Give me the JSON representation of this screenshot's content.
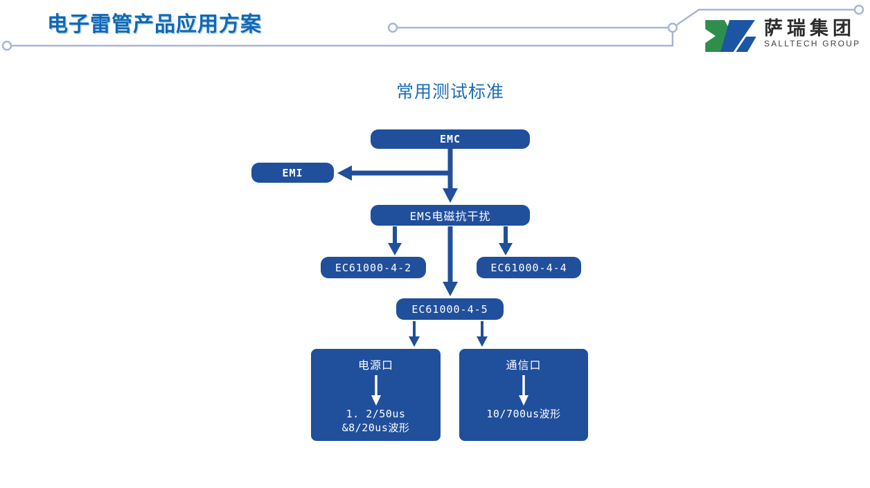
{
  "header": {
    "title": "电子雷管产品应用方案"
  },
  "logo": {
    "name_cn": "萨瑞集团",
    "name_en": "SALLTECH GROUP"
  },
  "diagram": {
    "title": "常用测试标准",
    "nodes": {
      "emc": {
        "label": "EMC"
      },
      "emi": {
        "label": "EMI"
      },
      "ems": {
        "label": "EMS电磁抗干扰"
      },
      "ec42": {
        "label": "EC61000-4-2"
      },
      "ec44": {
        "label": "EC61000-4-4"
      },
      "ec45": {
        "label": "EC61000-4-5"
      },
      "power_port": {
        "title": "电源口",
        "lines": [
          "1. 2/50us",
          "&8/20us波形"
        ]
      },
      "comm_port": {
        "title": "通信口",
        "lines": [
          "10/700us波形"
        ]
      }
    },
    "edges": [
      {
        "from": "EMC",
        "to": "EMI"
      },
      {
        "from": "EMC",
        "to": "EMS电磁抗干扰"
      },
      {
        "from": "EMS电磁抗干扰",
        "to": "EC61000-4-2"
      },
      {
        "from": "EMS电磁抗干扰",
        "to": "EC61000-4-4"
      },
      {
        "from": "EMS电磁抗干扰",
        "to": "EC61000-4-5"
      },
      {
        "from": "EC61000-4-5",
        "to": "电源口"
      },
      {
        "from": "EC61000-4-5",
        "to": "通信口"
      }
    ]
  },
  "colors": {
    "node_blue": "#204f9c",
    "heading_blue": "#0f68b3",
    "subtitle_blue": "#1a6cb8",
    "decor_line": "#a8b5d9",
    "logo_green": "#2e8f4d",
    "logo_blue": "#1d55a5"
  }
}
